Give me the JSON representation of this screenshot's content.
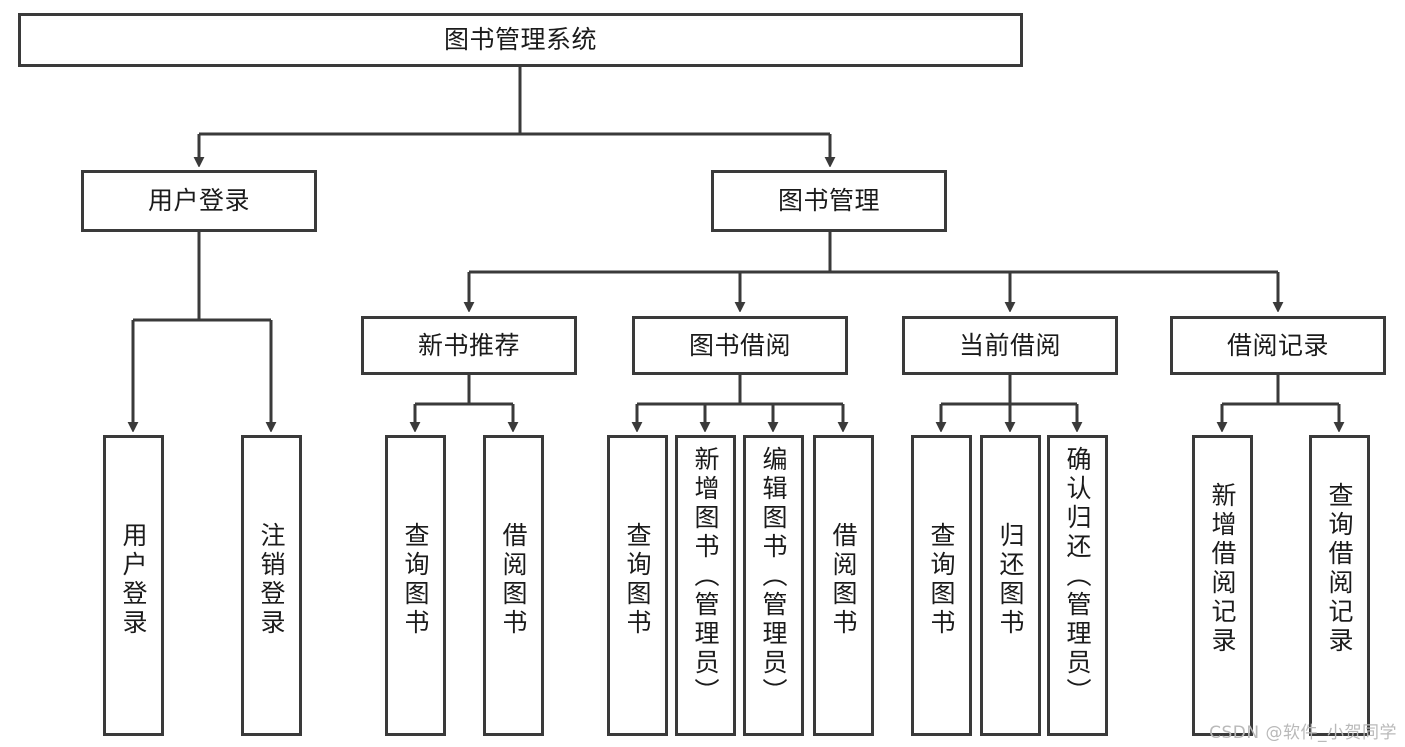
{
  "diagram": {
    "title": "图书管理系统",
    "type": "tree-hierarchy",
    "watermark": "CSDN @软件_小贺同学",
    "colors": {
      "stroke": "#3a3a3a",
      "fill": "#ffffff",
      "text": "#1b1b1b",
      "watermark": "#b9b9b9"
    },
    "nodes": {
      "root": {
        "label": "图书管理系统"
      },
      "level1": [
        {
          "id": "user-login",
          "label": "用户登录"
        },
        {
          "id": "book-manage",
          "label": "图书管理"
        }
      ],
      "level2": [
        {
          "id": "new-book-recommend",
          "label": "新书推荐"
        },
        {
          "id": "book-borrow",
          "label": "图书借阅"
        },
        {
          "id": "current-borrow",
          "label": "当前借阅"
        },
        {
          "id": "borrow-record",
          "label": "借阅记录"
        }
      ],
      "leaves": {
        "user_login": [
          {
            "id": "leaf-user-login",
            "label": "用户登录"
          },
          {
            "id": "leaf-logout-login",
            "label": "注销登录"
          }
        ],
        "new_book_recommend": [
          {
            "id": "leaf-query-book-1",
            "label": "查询图书"
          },
          {
            "id": "leaf-borrow-book-1",
            "label": "借阅图书"
          }
        ],
        "book_borrow": [
          {
            "id": "leaf-query-book-2",
            "label": "查询图书"
          },
          {
            "id": "leaf-add-book",
            "label": "新增图书（管理员）"
          },
          {
            "id": "leaf-edit-book",
            "label": "编辑图书（管理员）"
          },
          {
            "id": "leaf-borrow-book-2",
            "label": "借阅图书"
          }
        ],
        "current_borrow": [
          {
            "id": "leaf-query-book-3",
            "label": "查询图书"
          },
          {
            "id": "leaf-return-book",
            "label": "归还图书"
          },
          {
            "id": "leaf-confirm-return",
            "label": "确认归还（管理员）"
          }
        ],
        "borrow_record": [
          {
            "id": "leaf-add-record",
            "label": "新增借阅记录"
          },
          {
            "id": "leaf-query-record",
            "label": "查询借阅记录"
          }
        ]
      }
    }
  }
}
